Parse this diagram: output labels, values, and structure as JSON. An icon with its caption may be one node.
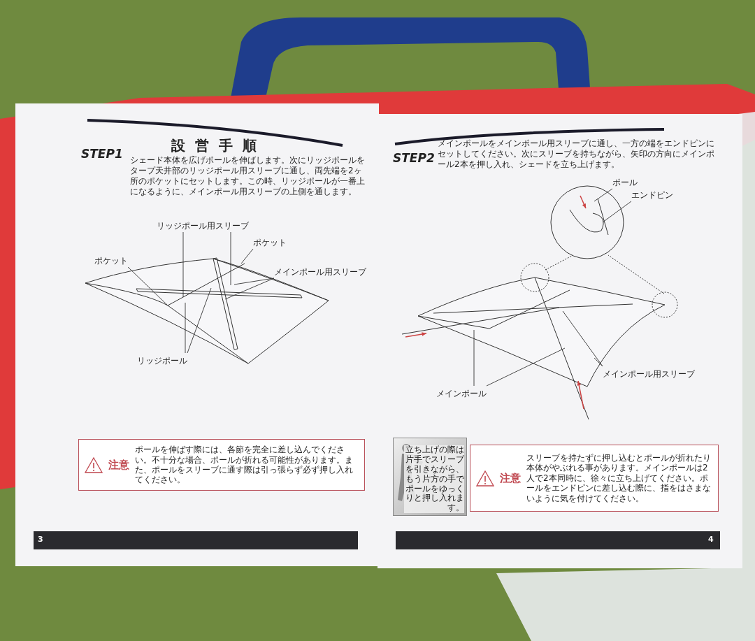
{
  "diagram": {
    "title": "設営手順",
    "nodes": [
      {
        "text": [
          "注意",
          "ポールを伸ばす際には、各節を完全に差し込んでください。不十分な場合、ポールが折れる可能性があります。また、ポールをスリーブに通す際は引っ張らず必ず押し入れてください。"
        ]
      },
      {
        "text": [
          "立ち上げの際は片手でスリーブを引きながら、もう片方の手でポールをゆっくりと押し入れます。"
        ]
      },
      {
        "text": [
          "注意",
          "スリーブを持たずに押し込むとポールが折れたり本体がやぶれる事があります。メインポールは2人で2本同時に、徐々に立ち上げてください。ポールをエンドピンに差し込む際に、指をはさまないように気を付けてください。"
        ]
      },
      {
        "text": [
          "リッジポール用スリーブ"
        ]
      },
      {
        "text": [
          "ポケット"
        ]
      },
      {
        "text": [
          "ポケット"
        ]
      },
      {
        "text": [
          "メインポール用スリーブ"
        ]
      },
      {
        "text": [
          "リッジポール"
        ]
      },
      {
        "text": [
          "ポール"
        ]
      },
      {
        "text": [
          "エンドピン"
        ]
      },
      {
        "text": [
          "メインポール用スリーブ"
        ]
      },
      {
        "text": [
          "メインポール"
        ]
      }
    ],
    "edges": [
      {
        "from": 3,
        "to": null,
        "arrow": "none"
      },
      {
        "from": 3,
        "to": null,
        "arrow": "none"
      },
      {
        "from": 4,
        "to": null,
        "arrow": "none"
      },
      {
        "from": 5,
        "to": null,
        "arrow": "none"
      },
      {
        "from": 6,
        "to": null,
        "arrow": "none"
      },
      {
        "from": 6,
        "to": null,
        "arrow": "none"
      },
      {
        "from": 7,
        "to": null,
        "arrow": "none"
      },
      {
        "from": 7,
        "to": null,
        "arrow": "none"
      },
      {
        "from": 8,
        "to": null,
        "arrow": "none"
      },
      {
        "from": 9,
        "to": null,
        "arrow": "none"
      },
      {
        "from": 10,
        "to": null,
        "arrow": "none"
      },
      {
        "from": 10,
        "to": null,
        "arrow": "none"
      },
      {
        "from": 11,
        "to": null,
        "arrow": "none"
      },
      {
        "from": 11,
        "to": null,
        "arrow": "none"
      }
    ],
    "labels": [
      "STEP1",
      "シェード本体を広げポールを伸ばします。次にリッジポールをタープ天井部のリッジポール用スリーブに通し、両先端を2ヶ所のポケットにセットします。この時、リッジポールが一番上になるように、メインポール用スリーブの上側を通します。",
      "STEP2",
      "メインポールをメインポール用スリーブに通し、一方の端をエンドピンにセットしてください。次にスリーブを持ちながら、矢印の方向にメインポール2本を押し入れ、シェードを立ち上げます。",
      "3",
      "4"
    ]
  }
}
